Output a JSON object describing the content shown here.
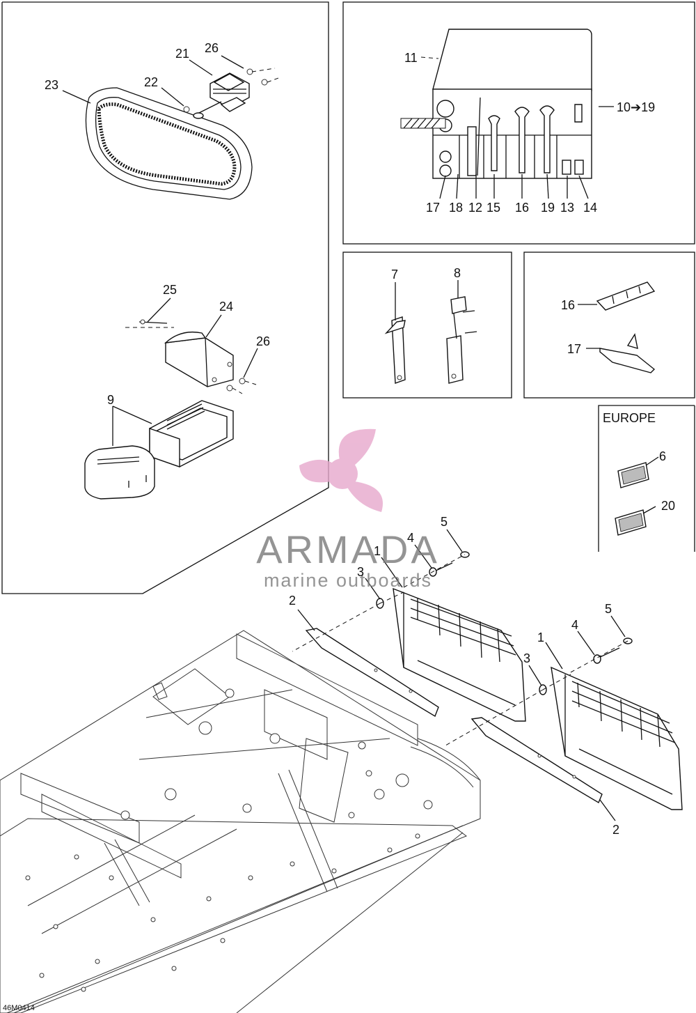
{
  "diagram": {
    "code": "46M0414",
    "callouts": {
      "c1a": "1",
      "c1b": "1",
      "c2a": "2",
      "c2b": "2",
      "c3a": "3",
      "c3b": "3",
      "c4a": "4",
      "c4b": "4",
      "c5a": "5",
      "c5b": "5",
      "c6": "6",
      "c7": "7",
      "c8": "8",
      "c9": "9",
      "c10to19": "10➔19",
      "c11": "11",
      "c12": "12",
      "c13": "13",
      "c14": "14",
      "c15": "15",
      "c16": "16",
      "c16b": "16",
      "c17": "17",
      "c17b": "17",
      "c18": "18",
      "c19": "19",
      "c20": "20",
      "c21": "21",
      "c22": "22",
      "c23": "23",
      "c24": "24",
      "c25": "25",
      "c26a": "26",
      "c26b": "26"
    },
    "europe_label": "EUROPE"
  },
  "watermark": {
    "brand": "ARMADA",
    "tagline": "marine outboards",
    "brand_color": "#7a7a7a",
    "logo_color": "#e7a8cc",
    "logo_icon": "propeller-logo-icon"
  }
}
